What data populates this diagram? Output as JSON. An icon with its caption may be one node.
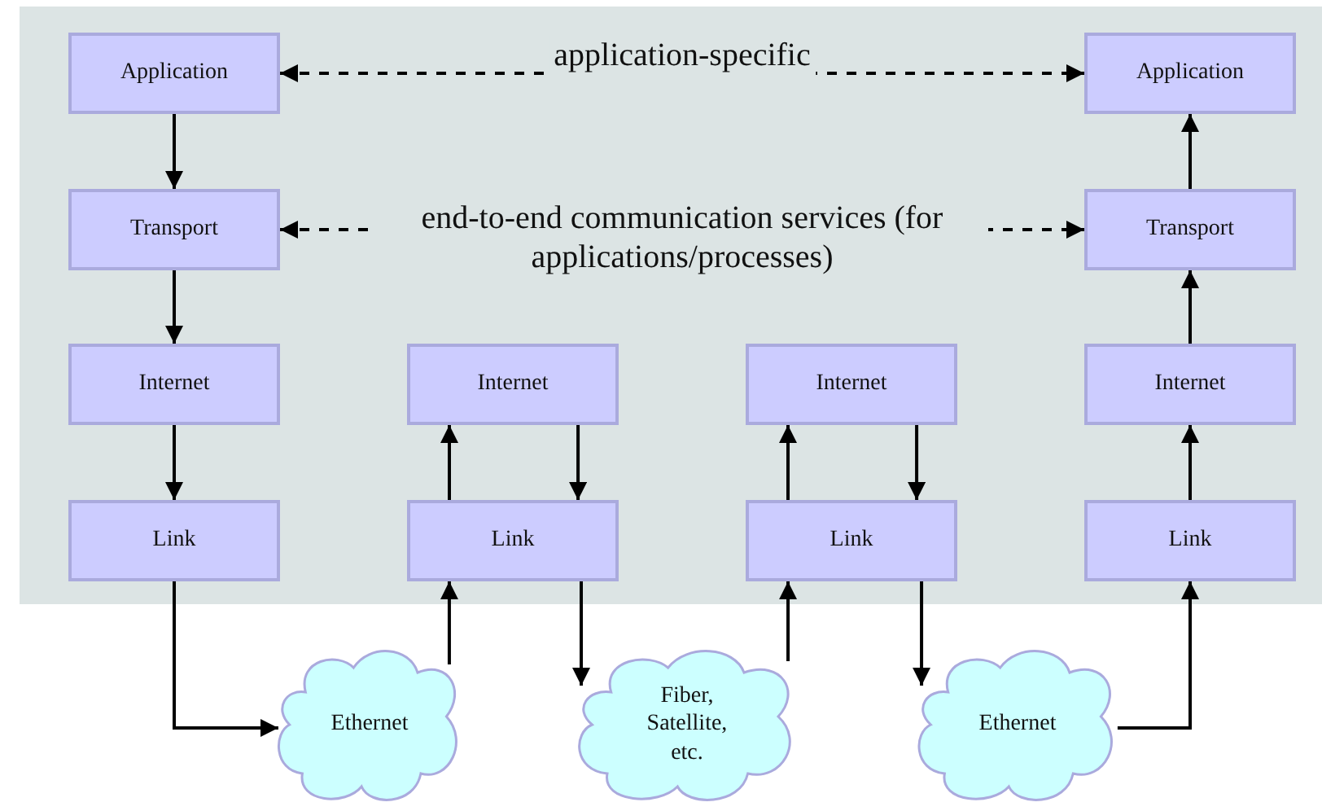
{
  "diagram": {
    "nodes": [
      {
        "text": [
          "Application"
        ]
      },
      {
        "text": [
          "Application"
        ]
      },
      {
        "text": [
          "Transport"
        ]
      },
      {
        "text": [
          "Transport"
        ]
      },
      {
        "text": [
          "Internet"
        ]
      },
      {
        "text": [
          "Internet"
        ]
      },
      {
        "text": [
          "Internet"
        ]
      },
      {
        "text": [
          "Internet"
        ]
      },
      {
        "text": [
          "Link"
        ]
      },
      {
        "text": [
          "Link"
        ]
      },
      {
        "text": [
          "Link"
        ]
      },
      {
        "text": [
          "Link"
        ]
      },
      {
        "text": [
          "Ethernet"
        ]
      },
      {
        "text": [
          "Fiber, Satellite, etc."
        ]
      },
      {
        "text": [
          "Ethernet"
        ]
      }
    ],
    "edges": [
      {
        "from": 0,
        "to": 2,
        "arrow": "to"
      },
      {
        "from": 2,
        "to": 4,
        "arrow": "to"
      },
      {
        "from": 4,
        "to": 8,
        "arrow": "to"
      },
      {
        "from": 8,
        "to": 12,
        "arrow": "to"
      },
      {
        "from": 12,
        "to": 9,
        "arrow": "to"
      },
      {
        "from": 9,
        "to": 5,
        "arrow": "to"
      },
      {
        "from": 5,
        "to": 9,
        "arrow": "to"
      },
      {
        "from": 9,
        "to": 13,
        "arrow": "to"
      },
      {
        "from": 13,
        "to": 10,
        "arrow": "to"
      },
      {
        "from": 10,
        "to": 6,
        "arrow": "to"
      },
      {
        "from": 6,
        "to": 10,
        "arrow": "to"
      },
      {
        "from": 10,
        "to": 14,
        "arrow": "to"
      },
      {
        "from": 14,
        "to": 11,
        "arrow": "to"
      },
      {
        "from": 11,
        "to": 7,
        "arrow": "to"
      },
      {
        "from": 7,
        "to": 3,
        "arrow": "to"
      },
      {
        "from": 3,
        "to": 1,
        "arrow": "to"
      },
      {
        "from": 0,
        "to": 1,
        "arrow": "both",
        "style": "dashed",
        "label": "application-specific"
      },
      {
        "from": 2,
        "to": 3,
        "arrow": "both",
        "style": "dashed",
        "label": "end-to-end communication services (for applications/processes)"
      }
    ]
  }
}
